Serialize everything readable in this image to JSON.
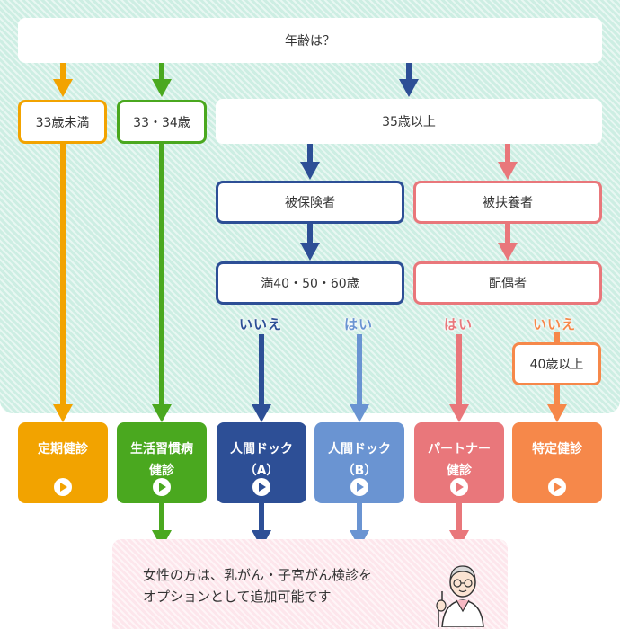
{
  "question": "年齢は？",
  "age_groups": {
    "under33": "33歳未満",
    "age33_34": "33・34歳",
    "over35": "35歳以上"
  },
  "insured": {
    "label": "被保険者",
    "milestone": "満40・50・60歳",
    "no": "いいえ",
    "yes": "はい"
  },
  "dependent": {
    "label": "被扶養者",
    "spouse": "配偶者",
    "yes": "はい",
    "no": "いいえ",
    "over40": "40歳以上"
  },
  "results": [
    {
      "line1": "定期健診",
      "line2": ""
    },
    {
      "line1": "生活習慣病",
      "line2": "健診"
    },
    {
      "line1": "人間ドック",
      "line2": "（A）"
    },
    {
      "line1": "人間ドック",
      "line2": "（B）"
    },
    {
      "line1": "パートナー",
      "line2": "健診"
    },
    {
      "line1": "特定健診",
      "line2": ""
    }
  ],
  "note": {
    "line1": "女性の方は、乳がん・子宮がん検診を",
    "line2": "オプションとして追加可能です"
  },
  "colors": {
    "orange": "#f2a300",
    "green": "#4aa81f",
    "navy": "#2d4f96",
    "blue": "#6a94d2",
    "pink": "#e9777b",
    "orange2": "#f6884a",
    "background": "#cdeee3"
  }
}
